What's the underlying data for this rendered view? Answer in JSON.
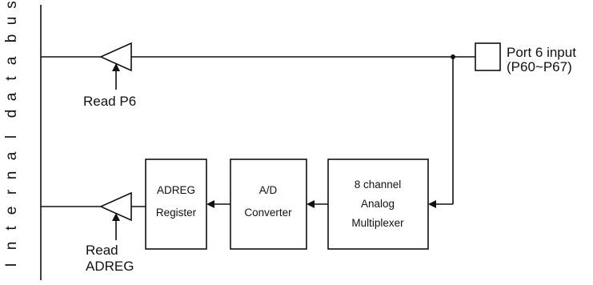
{
  "bus_label": "Internal data bus",
  "bus_label_chars": [
    "I",
    "n",
    "t",
    "e",
    "r",
    "n",
    "a",
    "l",
    "d",
    "a",
    "t",
    "a",
    "b",
    "u",
    "s"
  ],
  "port": {
    "line1": "Port 6 input",
    "line2": "(P60~P67)"
  },
  "read_p6": "Read P6",
  "read_adreg": {
    "line1": "Read",
    "line2": "ADREG"
  },
  "blocks": {
    "adreg": {
      "line1": "ADREG",
      "line2": "Register"
    },
    "adc": {
      "line1": "A/D",
      "line2": "Converter"
    },
    "mux": {
      "line1": "8 channel",
      "line2": "Analog",
      "line3": "Multiplexer"
    }
  }
}
